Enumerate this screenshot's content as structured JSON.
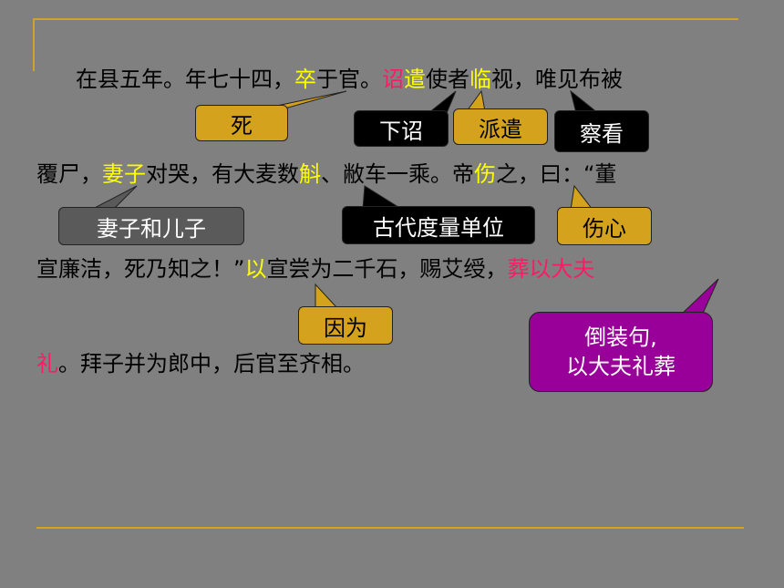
{
  "text": {
    "line1": [
      {
        "t": "在县五年。年七十四，",
        "c": ""
      },
      {
        "t": "卒",
        "c": "y"
      },
      {
        "t": "于官。",
        "c": ""
      },
      {
        "t": "诏",
        "c": "p"
      },
      {
        "t": "遣",
        "c": "y"
      },
      {
        "t": "使者",
        "c": ""
      },
      {
        "t": "临",
        "c": "y"
      },
      {
        "t": "视，唯见布被",
        "c": ""
      }
    ],
    "line2": [
      {
        "t": "覆尸，",
        "c": ""
      },
      {
        "t": "妻子",
        "c": "y"
      },
      {
        "t": "对哭，有大麦数",
        "c": ""
      },
      {
        "t": "斛",
        "c": "y"
      },
      {
        "t": "、敝车一乘。帝",
        "c": ""
      },
      {
        "t": "伤",
        "c": "y"
      },
      {
        "t": "之，曰：“董",
        "c": ""
      }
    ],
    "line3": [
      {
        "t": "宣廉洁，死乃知之！”",
        "c": ""
      },
      {
        "t": "以",
        "c": "y"
      },
      {
        "t": "宣尝为二千石，赐艾绶，",
        "c": ""
      },
      {
        "t": "葬以大夫",
        "c": "p"
      }
    ],
    "line4": [
      {
        "t": "礼",
        "c": "p"
      },
      {
        "t": "。拜子并为郎中，后官至齐相。",
        "c": ""
      }
    ]
  },
  "callouts": {
    "si": "死",
    "xiazhao": "下诏",
    "paiqian": "派遣",
    "chakan": "察看",
    "qizi": "妻子和儿子",
    "duliang": "古代度量单位",
    "shangxin": "伤心",
    "yinwei": "因为",
    "daozhuang": [
      "倒装句,",
      "以大夫礼葬"
    ]
  },
  "colors": {
    "background": "#808080",
    "highlight_yellow": "#ffff00",
    "highlight_pink": "#ff1a66",
    "gold": "#d4a21c",
    "black": "#000000",
    "dark_gray": "#5a5a5a",
    "purple": "#990099"
  }
}
